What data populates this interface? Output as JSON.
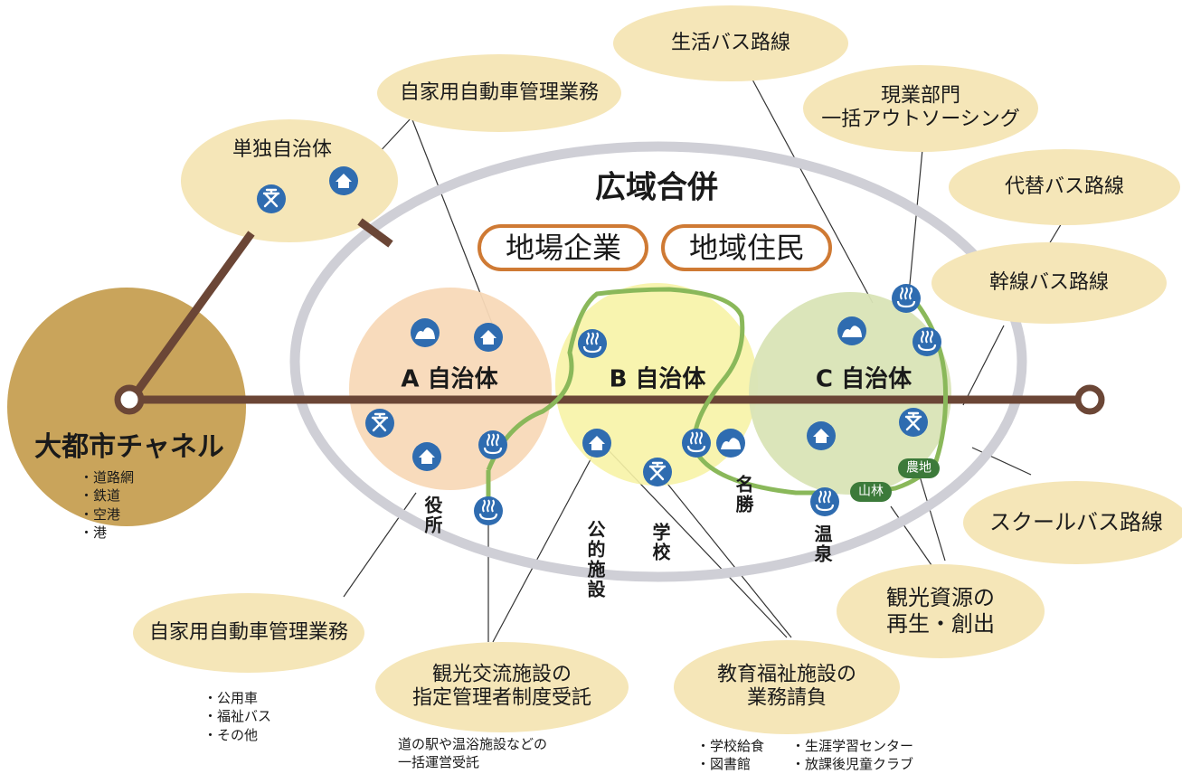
{
  "title": "広域合併",
  "pills": [
    "地場企業",
    "地域住民"
  ],
  "municipalities": {
    "a": "A 自治体",
    "b": "B 自治体",
    "c": "C 自治体"
  },
  "single_municipality": "単独自治体",
  "metro_channel": {
    "label": "大都市チャネル",
    "items": [
      "・道路網",
      "・鉄道",
      "・空港",
      "・港"
    ]
  },
  "bubbles": {
    "private_car_top": "自家用自動車管理業務",
    "life_bus": "生活バス路線",
    "outsourcing": [
      "現業部門",
      "一括アウトソーシング"
    ],
    "alt_bus": "代替バス路線",
    "trunk_bus": "幹線バス路線",
    "school_bus": "スクールバス路線",
    "tourism": [
      "観光資源の",
      "再生・創出"
    ],
    "education": [
      "教育福祉施設の",
      "業務請負"
    ],
    "tourism_facility": [
      "観光交流施設の",
      "指定管理者制度受託"
    ],
    "private_car_bottom": "自家用自動車管理業務"
  },
  "vertical_labels": {
    "office": "役所",
    "public": "公的施設",
    "school": "学校",
    "scenic": "名勝",
    "onsen": "温泉"
  },
  "tags": {
    "mountain_forest": "山林",
    "farmland": "農地"
  },
  "notes": {
    "private_car": [
      "・公用車",
      "・福祉バス",
      "・その他"
    ],
    "tourism_facility": [
      "道の駅や温浴施設などの",
      "一括運営受託"
    ],
    "education_left": [
      "・学校給食",
      "・図書館"
    ],
    "education_right": [
      "・生涯学習センター",
      "・放課後児童クラブ"
    ]
  },
  "icons": [
    "house-icon",
    "school-icon",
    "mountain-icon",
    "onsen-icon"
  ],
  "colors": {
    "bubble": "#f5e6b8",
    "metro": "#c9a45b",
    "road": "#6b4636",
    "muni_a": "#f8d9b8",
    "muni_b": "#f7f3a6",
    "muni_c": "#d9e4b6",
    "pill_border": "#cf7a34",
    "green_route": "#8ab85a",
    "icon_blue": "#2f6cb0",
    "ellipse": "#cfcfd6"
  }
}
